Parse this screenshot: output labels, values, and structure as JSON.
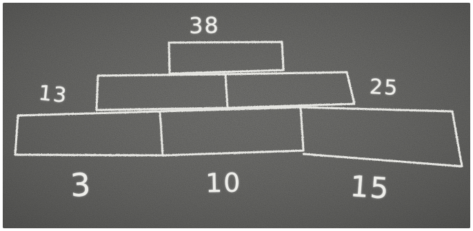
{
  "image": {
    "surface": "asphalt",
    "chalk_color": "#eeeeea",
    "asphalt_color": "#4a4a48"
  },
  "labels": {
    "top": "38",
    "left": "13",
    "right": "25",
    "bottom_left": "3",
    "bottom_middle": "10",
    "bottom_right": "15"
  }
}
